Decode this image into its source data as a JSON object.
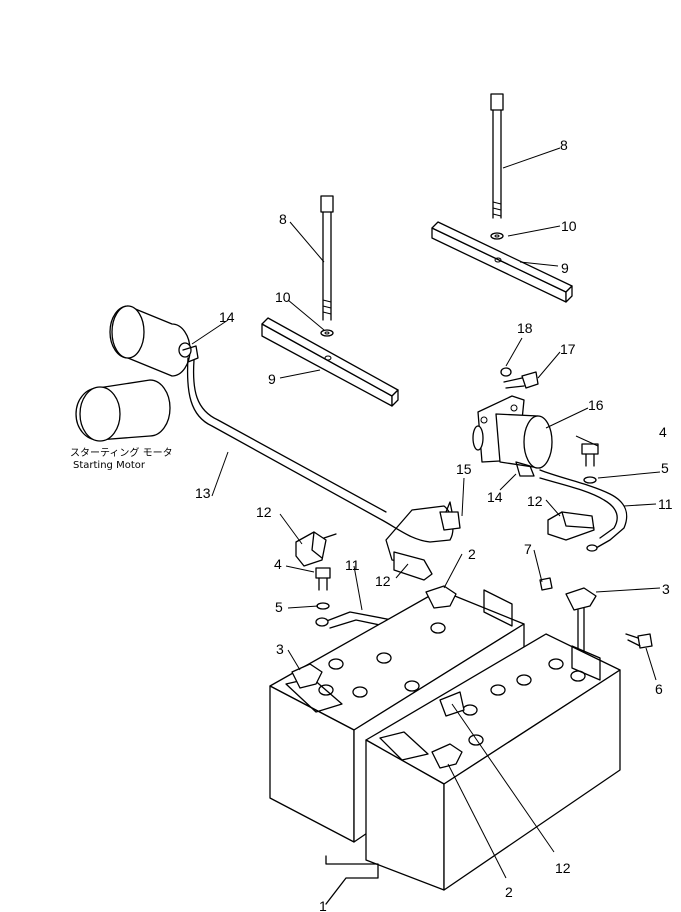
{
  "callouts": {
    "c1": "1",
    "c2a": "2",
    "c2b": "2",
    "c3a": "3",
    "c3b": "3",
    "c4a": "4",
    "c4b": "4",
    "c5a": "5",
    "c5b": "5",
    "c6": "6",
    "c7": "7",
    "c8a": "8",
    "c8b": "8",
    "c9a": "9",
    "c9b": "9",
    "c10a": "10",
    "c10b": "10",
    "c11a": "11",
    "c11b": "11",
    "c12a": "12",
    "c12b": "12",
    "c12c": "12",
    "c12d": "12",
    "c13": "13",
    "c14a": "14",
    "c14b": "14",
    "c15": "15",
    "c16": "16",
    "c17": "17",
    "c18": "18"
  },
  "motor_caption_jp": "スターティング モータ",
  "motor_caption_en": "Starting Motor"
}
